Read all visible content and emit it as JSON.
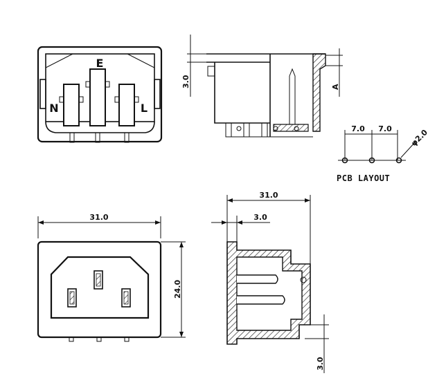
{
  "views": {
    "front_top": {
      "pin_labels": {
        "earth": "E",
        "neutral": "N",
        "live": "L"
      }
    },
    "side_top": {
      "dims": {
        "height_label": "3.0",
        "section_label": "A"
      }
    },
    "pcb_layout": {
      "title": "PCB LAYOUT",
      "pitch_1": "7.0",
      "pitch_2": "7.0",
      "hole_dia": "φ2.0"
    },
    "front_bottom": {
      "dims": {
        "width": "31.0",
        "height": "24.0"
      }
    },
    "side_bottom": {
      "dims": {
        "depth": "31.0",
        "flange": "3.0",
        "pin_out": "3.0"
      }
    }
  },
  "colors": {
    "line": "#111111",
    "hatch": "#111111",
    "background": "#ffffff"
  }
}
